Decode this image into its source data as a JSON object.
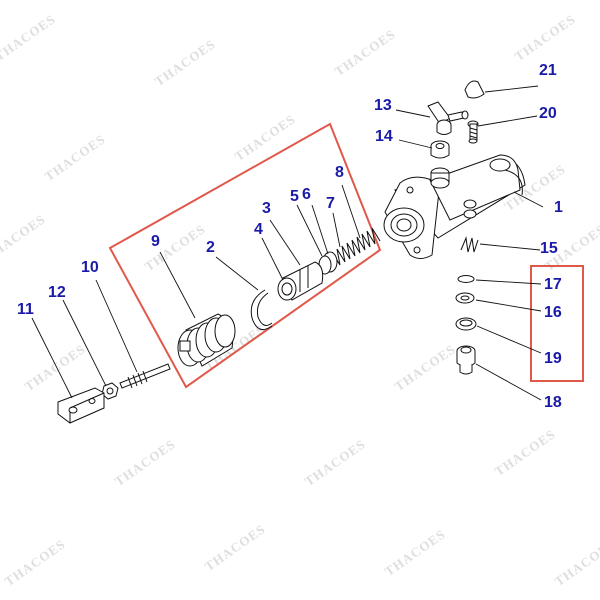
{
  "watermark": {
    "text": "THACOES"
  },
  "colors": {
    "label": "#1a1aa8",
    "highlight_box": "#e0584a",
    "line": "#111111",
    "background": "#ffffff"
  },
  "labels": {
    "p1": "1",
    "p2": "2",
    "p3": "3",
    "p4": "4",
    "p5": "5",
    "p6": "6",
    "p7": "7",
    "p8": "8",
    "p9": "9",
    "p10": "10",
    "p11": "11",
    "p12": "12",
    "p13": "13",
    "p14": "14",
    "p15": "15",
    "p16": "16",
    "p17": "17",
    "p18": "18",
    "p19": "19",
    "p20": "20",
    "p21": "21"
  }
}
